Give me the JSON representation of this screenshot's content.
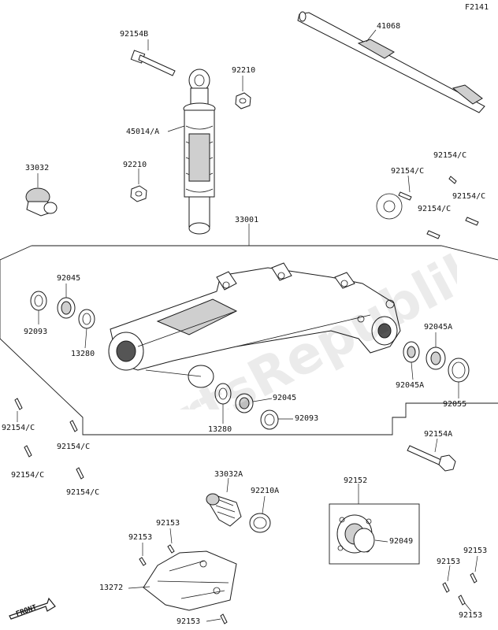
{
  "page_code": "F2141",
  "watermark": "PartsRepublik",
  "front_badge": "FRONT",
  "labels": {
    "p92154B": "92154B",
    "p92210_top": "92210",
    "p45014": "45014/A",
    "p92210_mid": "92210",
    "p33032": "33032",
    "p41068": "41068",
    "p33001": "33001",
    "p92154C_a": "92154/C",
    "p92154C_b": "92154/C",
    "p92154C_c": "92154/C",
    "p92154C_d": "92154/C",
    "p92045_a": "92045",
    "p92093_a": "92093",
    "p13280_a": "13280",
    "p92045A_a": "92045A",
    "p92045A_b": "92045A",
    "p92055": "92055",
    "p92045_b": "92045",
    "p13280_b": "13280",
    "p92093_b": "92093",
    "p92154C_e": "92154/C",
    "p92154C_f": "92154/C",
    "p92154C_g": "92154/C",
    "p92154C_h": "92154/C",
    "p92154A": "92154A",
    "p33032A": "33032A",
    "p92210A": "92210A",
    "p92152": "92152",
    "p92049": "92049",
    "p92153_a": "92153",
    "p92153_b": "92153",
    "p13272": "13272",
    "p92153_c": "92153",
    "p92153_d": "92153",
    "p92153_e": "92153",
    "p92153_f": "92153"
  }
}
